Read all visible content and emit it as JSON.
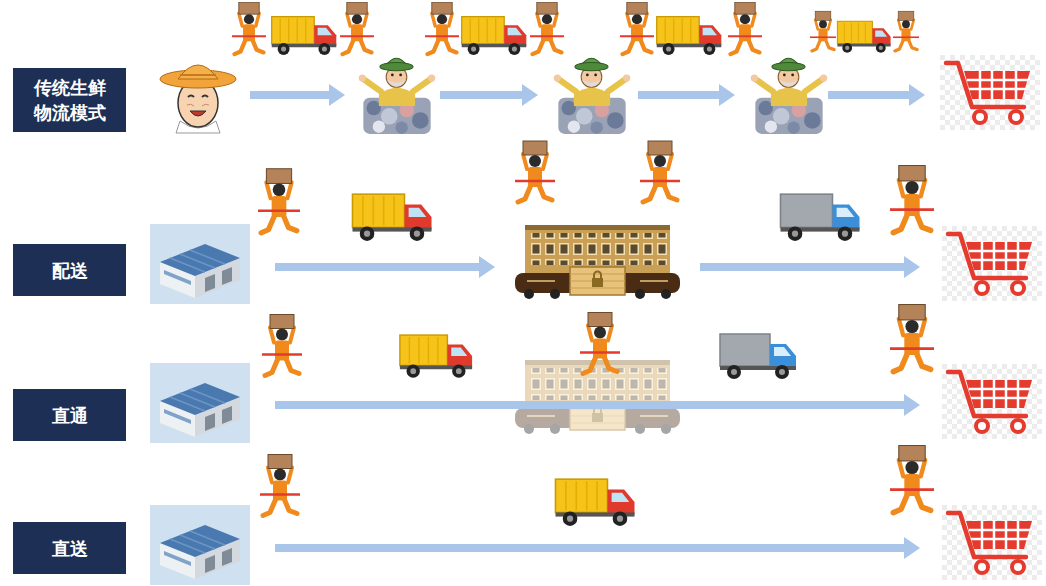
{
  "diagram": {
    "nodes": [
      {
        "text": [
          "传统生鲜 物流模式"
        ]
      },
      {
        "text": [
          "配送"
        ]
      },
      {
        "text": [
          "直通"
        ]
      },
      {
        "text": [
          "直送"
        ]
      }
    ]
  }
}
